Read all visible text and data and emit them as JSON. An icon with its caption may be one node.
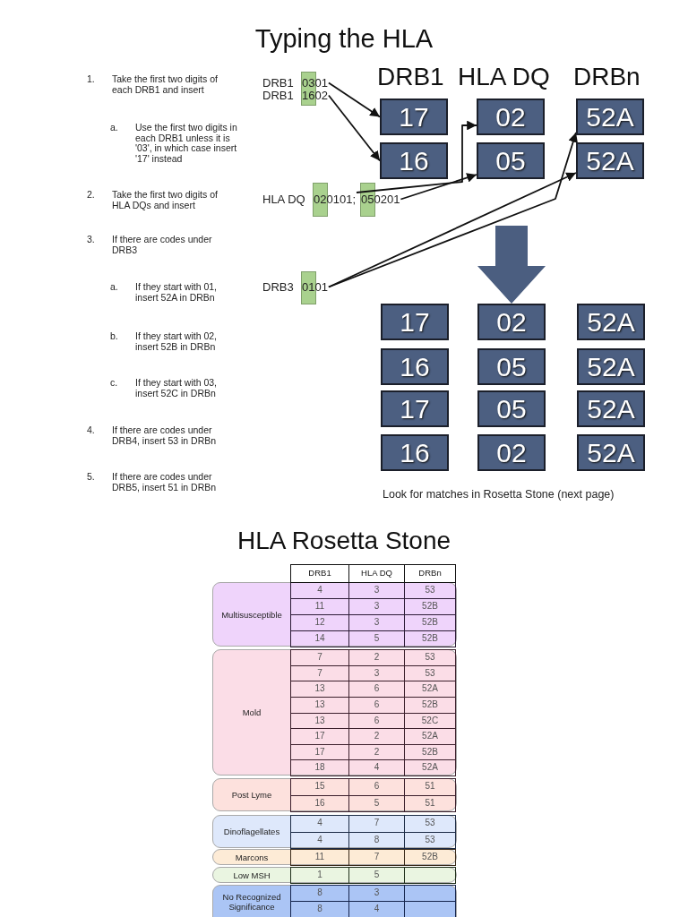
{
  "diagram": {
    "title": "Typing the HLA",
    "nodes": [
      {
        "text": [
          "0301"
        ]
      },
      {
        "text": [
          "1602"
        ]
      },
      {
        "text": [
          "17"
        ]
      },
      {
        "text": [
          "02"
        ]
      },
      {
        "text": [
          "52A"
        ]
      },
      {
        "text": [
          "16"
        ]
      },
      {
        "text": [
          "05"
        ]
      },
      {
        "text": [
          "52A"
        ]
      },
      {
        "text": [
          "020101;"
        ]
      },
      {
        "text": [
          "050201"
        ]
      },
      {
        "text": [
          "0101"
        ]
      },
      {
        "text": [
          "17"
        ]
      },
      {
        "text": [
          "02"
        ]
      },
      {
        "text": [
          "52A"
        ]
      },
      {
        "text": [
          "16"
        ]
      },
      {
        "text": [
          "05"
        ]
      },
      {
        "text": [
          "52A"
        ]
      },
      {
        "text": [
          "17"
        ]
      },
      {
        "text": [
          "05"
        ]
      },
      {
        "text": [
          "52A"
        ]
      },
      {
        "text": [
          "16"
        ]
      },
      {
        "text": [
          "02"
        ]
      },
      {
        "text": [
          "52A"
        ]
      },
      {
        "text": [
          "Multisusceptible"
        ]
      },
      {
        "text": [
          "Mold"
        ]
      },
      {
        "text": [
          "Post Lyme"
        ]
      },
      {
        "text": [
          "Dinoflagellates"
        ]
      },
      {
        "text": [
          "Marcons"
        ]
      },
      {
        "text": [
          "Low MSH"
        ]
      },
      {
        "text": [
          "No Recognized Significance"
        ]
      }
    ],
    "edges": [
      {
        "from": 0,
        "to": 2,
        "arrow": "to"
      },
      {
        "from": 1,
        "to": 5,
        "arrow": "to"
      },
      {
        "from": 8,
        "to": 3,
        "arrow": "to"
      },
      {
        "from": 9,
        "to": 6,
        "arrow": "to"
      },
      {
        "from": 10,
        "to": 4,
        "arrow": "to"
      },
      {
        "from": 10,
        "to": 7,
        "arrow": "to"
      },
      {
        "from": null,
        "to": 12,
        "arrow": "to",
        "style": "thick",
        "color": "#4b5e80"
      }
    ],
    "labels": [
      "1.",
      "Take the first two digits of each DRB1 and insert",
      "a.",
      "Use the first two digits in each DRB1 unless it is '03', in which case insert '17' instead",
      "2.",
      "Take the first two digits of HLA DQs and insert",
      "3.",
      "If there are codes under DRB3",
      "a.",
      "If they start with 01, insert 52A in DRBn",
      "b.",
      "If they start with 02, insert 52B in DRBn",
      "c.",
      "If they start with 03, insert 52C in DRBn",
      "4.",
      "If there are codes under DRB4, insert 53 in DRBn",
      "5.",
      "If there are codes under DRB5, insert 51 in DRBn",
      "DRB1",
      "DRB1",
      "HLA DQ",
      "DRB3",
      "DRB1",
      "HLA DQ",
      "DRBn",
      "Look for matches in Rosetta Stone (next page)",
      "HLA Rosetta Stone",
      "DRB1",
      "HLA DQ",
      "DRBn",
      "4",
      "3",
      "53",
      "11",
      "3",
      "52B",
      "12",
      "3",
      "52B",
      "14",
      "5",
      "52B",
      "7",
      "2",
      "53",
      "7",
      "3",
      "53",
      "13",
      "6",
      "52A",
      "13",
      "6",
      "52B",
      "13",
      "6",
      "52C",
      "17",
      "2",
      "52A",
      "17",
      "2",
      "52B",
      "18",
      "4",
      "52A",
      "15",
      "6",
      "51",
      "16",
      "5",
      "51",
      "4",
      "7",
      "53",
      "4",
      "8",
      "53",
      "11",
      "7",
      "52B",
      "1",
      "5",
      "8",
      "3",
      "8",
      "4"
    ]
  }
}
